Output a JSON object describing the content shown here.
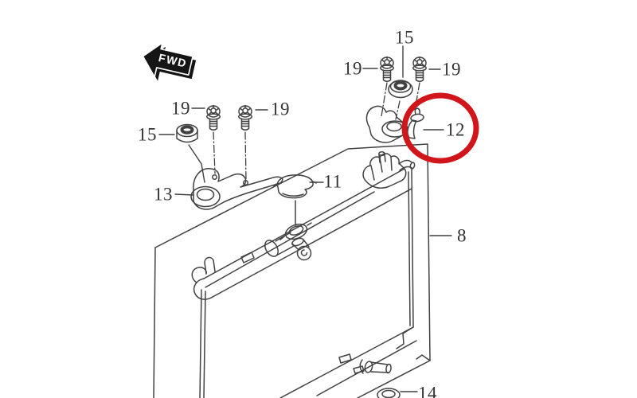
{
  "diagram_type": "exploded-parts-diagram",
  "subject": "radiator-mounting-assembly",
  "direction_arrow": {
    "label": "FWD"
  },
  "callouts": {
    "grommet_top": "15",
    "bolt_top_left": "19",
    "bolt_top_right": "19",
    "clip_highlighted": "12",
    "bolt_left_a": "19",
    "bolt_left_b": "19",
    "grommet_left": "15",
    "bracket_left": "13",
    "radiator_cap": "11",
    "radiator": "8",
    "bottom_part": "14"
  },
  "colors": {
    "line": "#414141",
    "label_text": "#333333",
    "highlight_ring": "#d0161b",
    "arrow_fill": "#151515",
    "arrow_label": "#ffffff",
    "background": "#ffffff"
  }
}
